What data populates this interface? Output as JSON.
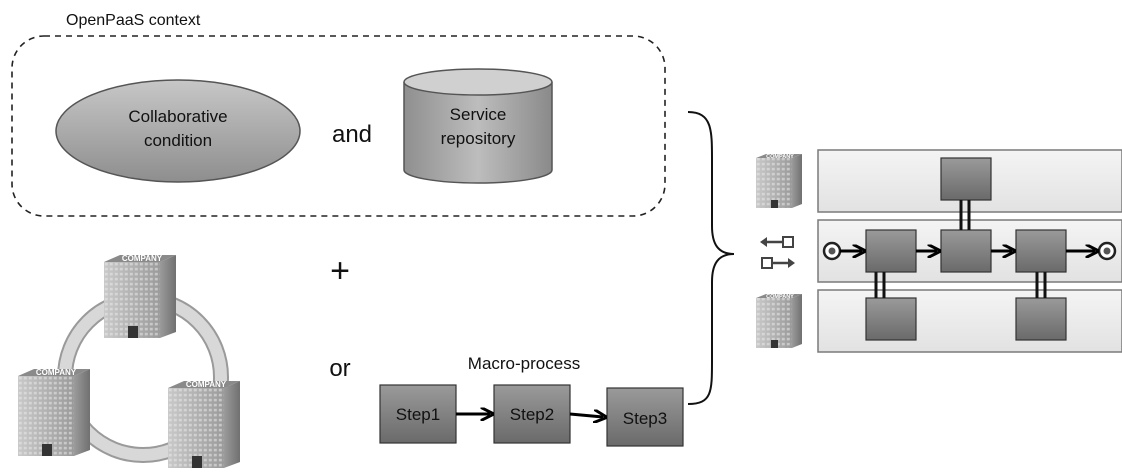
{
  "context": {
    "title": "OpenPaaS context"
  },
  "collaborative_condition": {
    "line1": "Collaborative",
    "line2": "condition"
  },
  "connector_and": "and",
  "service_repository": {
    "line1": "Service",
    "line2": "repository"
  },
  "connector_plus": "+",
  "connector_or": "or",
  "company_logo_text": "COMPANY",
  "macro_process": {
    "title": "Macro-process",
    "steps": [
      "Step1",
      "Step2",
      "Step3"
    ]
  },
  "icons": {
    "company": "company-building-icon",
    "exchange": "exchange-arrows-icon",
    "start_event": "start-event-icon",
    "end_event": "end-event-icon"
  },
  "colors": {
    "box_fill": "#7d7d7d",
    "lane_fill": "#eeeeee",
    "ellipse_fill": "#a9a9a9"
  }
}
